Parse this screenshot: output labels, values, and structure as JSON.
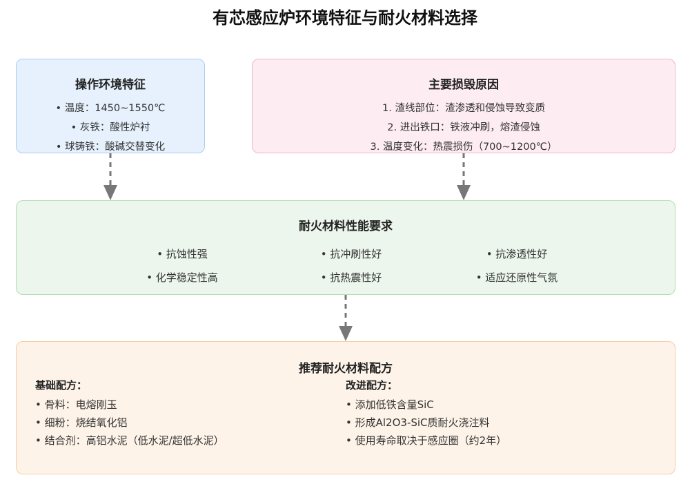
{
  "title": "有芯感应炉环境特征与耐火材料选择",
  "env": {
    "heading": "操作环境特征",
    "items": [
      "• 温度：1450~1550℃",
      "• 灰铁：酸性炉衬",
      "• 球铸铁：酸碱交替变化"
    ]
  },
  "damage": {
    "heading": "主要损毁原因",
    "items": [
      "1. 渣线部位：渣渗透和侵蚀导致变质",
      "2. 进出铁口：铁液冲刷，熔渣侵蚀",
      "3. 温度变化：热震损伤（700~1200℃）"
    ]
  },
  "requirements": {
    "heading": "耐火材料性能要求",
    "items": [
      "• 抗蚀性强",
      "• 抗冲刷性好",
      "• 抗渗透性好",
      "• 化学稳定性高",
      "• 抗热震性好",
      "• 适应还原性气氛"
    ]
  },
  "recommend": {
    "heading": "推荐耐火材料配方",
    "basic": {
      "heading": "基础配方：",
      "items": [
        "• 骨料：电熔刚玉",
        "• 细粉：烧结氧化铝",
        "• 结合剂：高铝水泥（低水泥/超低水泥）"
      ]
    },
    "improved": {
      "heading": "改进配方：",
      "items": [
        "• 添加低铁含量SiC",
        "• 形成Al2O3-SiC质耐火浇注料",
        "• 使用寿命取决于感应圈（约2年）"
      ]
    }
  },
  "colors": {
    "env_bg": "#e6f1fd",
    "damage_bg": "#fdecf1",
    "req_bg": "#ecf6ec",
    "rec_bg": "#fdf3e8",
    "arrow": "#777777"
  }
}
